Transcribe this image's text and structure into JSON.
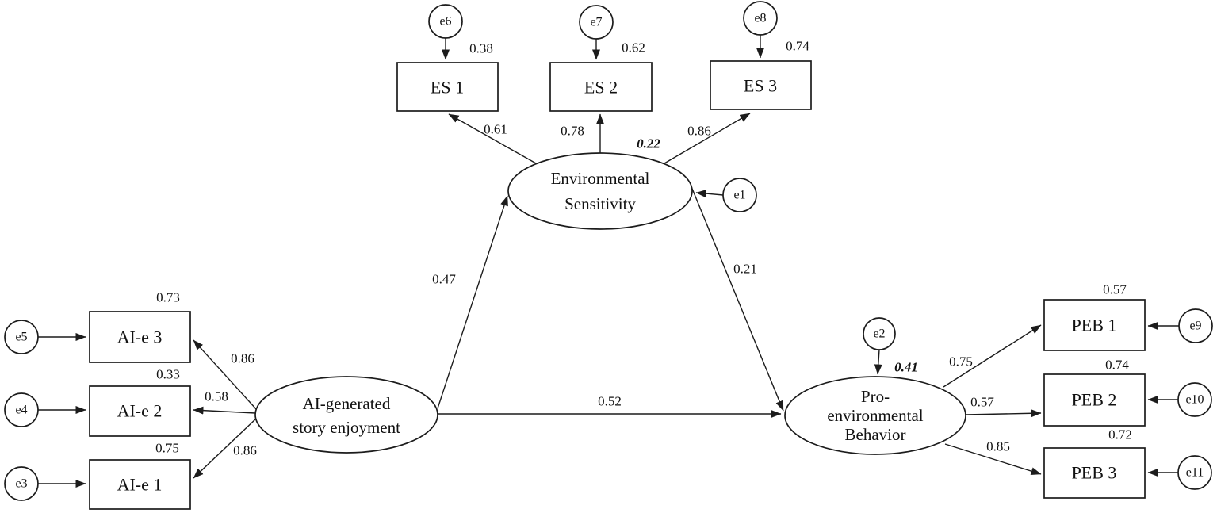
{
  "figure": {
    "type": "sem-path-diagram",
    "background_color": "#ffffff",
    "line_color": "#1c1c1c",
    "latents": {
      "ai": {
        "line1": "AI-generated",
        "line2": "story enjoyment"
      },
      "es": {
        "line1": "Environmental",
        "line2": "Sensitivity",
        "r2": "0.22",
        "error": "e1"
      },
      "peb": {
        "line1": "Pro-",
        "line2": "environmental",
        "line3": "Behavior",
        "r2": "0.41",
        "error": "e2"
      }
    },
    "indicators": {
      "es1": {
        "label": "ES 1",
        "r2": "0.38",
        "loading": "0.61",
        "error": "e6"
      },
      "es2": {
        "label": "ES 2",
        "r2": "0.62",
        "loading": "0.78",
        "error": "e7"
      },
      "es3": {
        "label": "ES 3",
        "r2": "0.74",
        "loading": "0.86",
        "error": "e8"
      },
      "aie3": {
        "label": "AI-e 3",
        "r2": "0.73",
        "loading": "0.86",
        "error": "e5"
      },
      "aie2": {
        "label": "AI-e 2",
        "r2": "0.33",
        "loading": "0.58",
        "error": "e4"
      },
      "aie1": {
        "label": "AI-e 1",
        "r2": "0.75",
        "loading": "0.86",
        "error": "e3"
      },
      "peb1": {
        "label": "PEB 1",
        "r2": "0.57",
        "loading": "0.75",
        "error": "e9"
      },
      "peb2": {
        "label": "PEB 2",
        "r2": "0.74",
        "loading": "0.57",
        "error": "e10"
      },
      "peb3": {
        "label": "PEB 3",
        "r2": "0.72",
        "loading": "0.85",
        "error": "e11"
      }
    },
    "paths": {
      "ai_to_es": "0.47",
      "ai_to_peb": "0.52",
      "es_to_peb": "0.21"
    }
  }
}
